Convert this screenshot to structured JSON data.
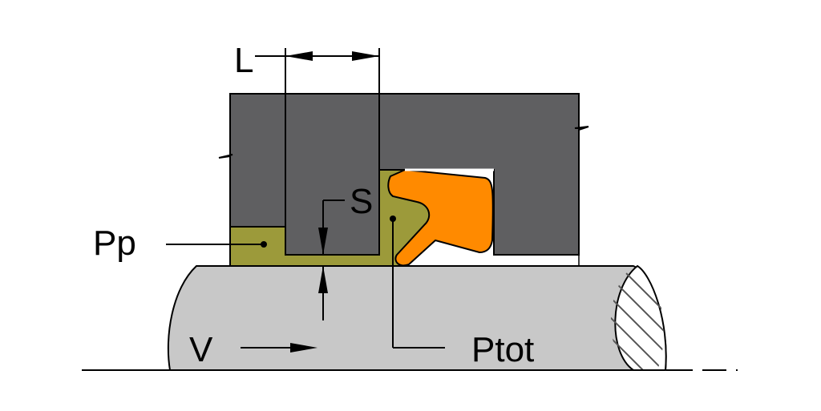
{
  "labels": {
    "L": "L",
    "S": "S",
    "Pp": "Pp",
    "V": "V",
    "Ptot": "Ptot"
  },
  "colors": {
    "housing": "#5f5f61",
    "shaft": "#c8c8c8",
    "fluid": "#9c9a3a",
    "seal": "#ff8a00",
    "line": "#000000",
    "hatch": "#555555"
  }
}
